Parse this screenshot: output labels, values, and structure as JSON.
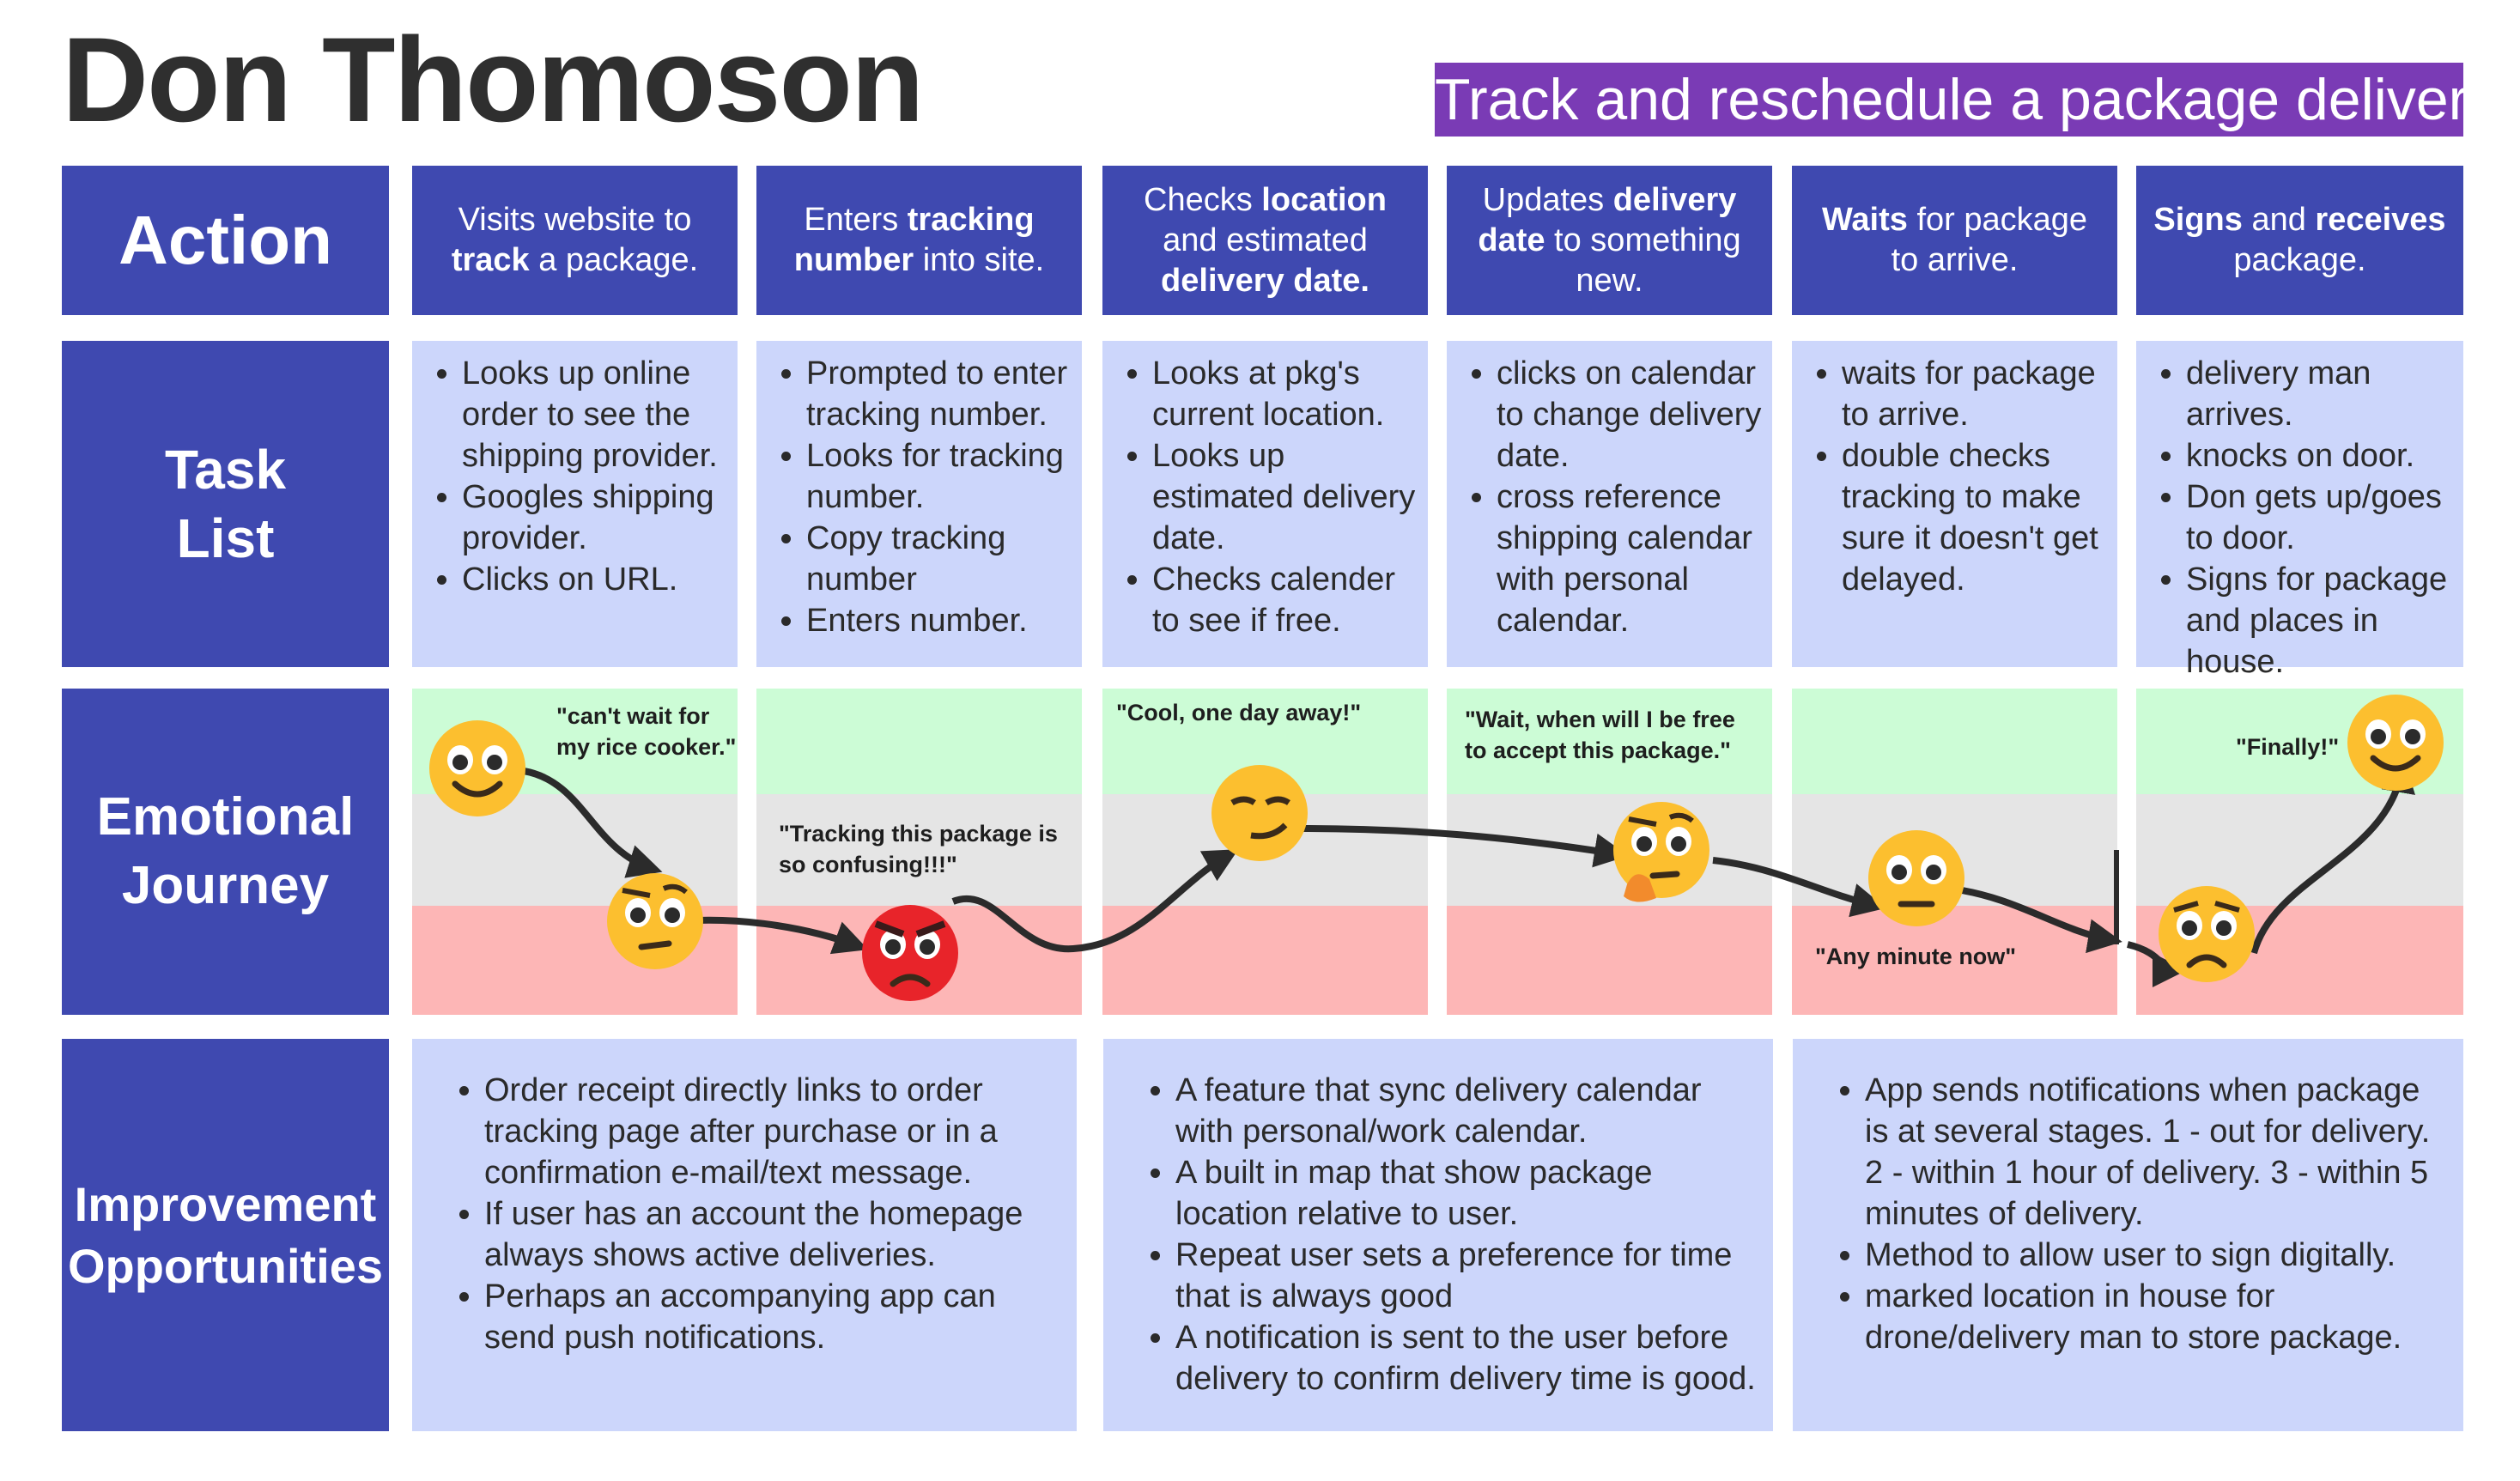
{
  "persona": "Don Thomoson",
  "goal": "Track and reschedule a package delivery.",
  "rows": {
    "action": "Action",
    "task_list": [
      "Task",
      "List"
    ],
    "emotional_journey": [
      "Emotional",
      "Journey"
    ],
    "improvement": [
      "Improvement",
      "Opportunities"
    ]
  },
  "actions": [
    {
      "parts": [
        {
          "t": "Visits website to ",
          "b": false
        },
        {
          "t": "track",
          "b": true
        },
        {
          "t": " a package.",
          "b": false
        }
      ]
    },
    {
      "parts": [
        {
          "t": "Enters ",
          "b": false
        },
        {
          "t": "tracking number",
          "b": true
        },
        {
          "t": " into site.",
          "b": false
        }
      ]
    },
    {
      "parts": [
        {
          "t": "Checks ",
          "b": false
        },
        {
          "t": "location",
          "b": true
        },
        {
          "t": " and estimated ",
          "b": false
        },
        {
          "t": "delivery date.",
          "b": true
        }
      ]
    },
    {
      "parts": [
        {
          "t": "Updates ",
          "b": false
        },
        {
          "t": "delivery date",
          "b": true
        },
        {
          "t": " to something new.",
          "b": false
        }
      ]
    },
    {
      "parts": [
        {
          "t": "Waits",
          "b": true
        },
        {
          "t": " for package to arrive.",
          "b": false
        }
      ]
    },
    {
      "parts": [
        {
          "t": "Signs",
          "b": true
        },
        {
          "t": " and ",
          "b": false
        },
        {
          "t": "receives",
          "b": true
        },
        {
          "t": " package.",
          "b": false
        }
      ]
    }
  ],
  "tasks": [
    [
      "Looks up online order to see the shipping provider.",
      "Googles shipping provider.",
      "Clicks on URL."
    ],
    [
      "Prompted to enter tracking number.",
      "Looks for tracking number.",
      "Copy tracking number",
      "Enters number."
    ],
    [
      "Looks at pkg's current location.",
      "Looks up estimated delivery date.",
      "Checks calender to see if free."
    ],
    [
      "clicks on calendar to change delivery date.",
      "cross reference shipping calendar with personal calendar."
    ],
    [
      "waits for package to arrive.",
      "double checks tracking to make sure it doesn't get delayed."
    ],
    [
      "delivery man arrives.",
      "knocks on door.",
      "Don gets up/goes to door.",
      "Signs for package and places in house."
    ]
  ],
  "emotions": [
    {
      "quote": "\"can't wait for my rice cooker.\"",
      "mood": "happy"
    },
    {
      "quote": "",
      "mood": "unsure"
    },
    {
      "quote": "\"Tracking this package is so confusing!!!\"",
      "mood": "angry"
    },
    {
      "quote": "\"Cool, one day away!\"",
      "mood": "smirk"
    },
    {
      "quote": "\"Wait, when will I be free to accept this package.\"",
      "mood": "thinking"
    },
    {
      "quote": "\"Any minute now\"",
      "mood": "neutral"
    },
    {
      "quote": "",
      "mood": "worried"
    },
    {
      "quote": "\"Finally!\"",
      "mood": "happy"
    }
  ],
  "opportunities": [
    [
      "Order receipt directly links to order tracking page after purchase or in a confirmation e-mail/text message.",
      "If user has an account the homepage always shows active deliveries.",
      "Perhaps an accompanying app can send push notifications."
    ],
    [
      "A feature that sync delivery calendar with personal/work calendar.",
      "A built in map that show package location relative to user.",
      "Repeat user sets a preference for time that is always good",
      "A notification is sent to the user before delivery to confirm delivery time is good."
    ],
    [
      "App sends notifications when package is at several stages. 1 - out for delivery. 2 - within 1 hour of delivery. 3 - within 5 minutes of delivery.",
      "Method to allow user to sign digitally.",
      "marked location in house for drone/delivery man to store package."
    ]
  ],
  "colors": {
    "header": "#3f49b0",
    "cell": "#ccd6fb",
    "goal": "#7a3bb5",
    "positive": "#ccfcd6",
    "neutral": "#e5e5e5",
    "negative": "#fdb6b6"
  }
}
